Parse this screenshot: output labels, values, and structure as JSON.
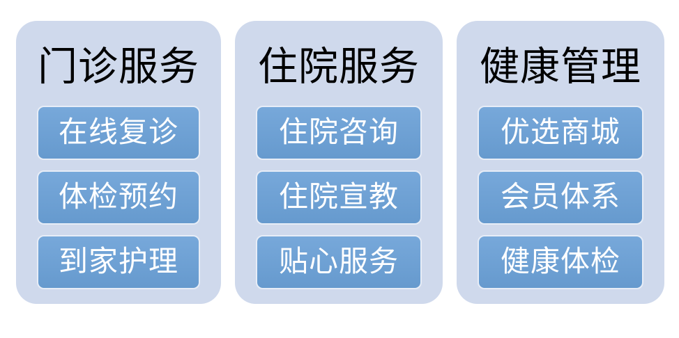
{
  "colors": {
    "page_bg": "#ffffff",
    "card_bg": "#cfd9ec",
    "button_bg_top": "#77a8da",
    "button_bg_bottom": "#669ace",
    "button_border": "#e7edf7",
    "title_text": "#000000",
    "button_text": "#ffffff"
  },
  "groups": [
    {
      "title": "门诊服务",
      "items": [
        "在线复诊",
        "体检预约",
        "到家护理"
      ]
    },
    {
      "title": "住院服务",
      "items": [
        "住院咨询",
        "住院宣教",
        "贴心服务"
      ]
    },
    {
      "title": "健康管理",
      "items": [
        "优选商城",
        "会员体系",
        "健康体检"
      ]
    }
  ]
}
